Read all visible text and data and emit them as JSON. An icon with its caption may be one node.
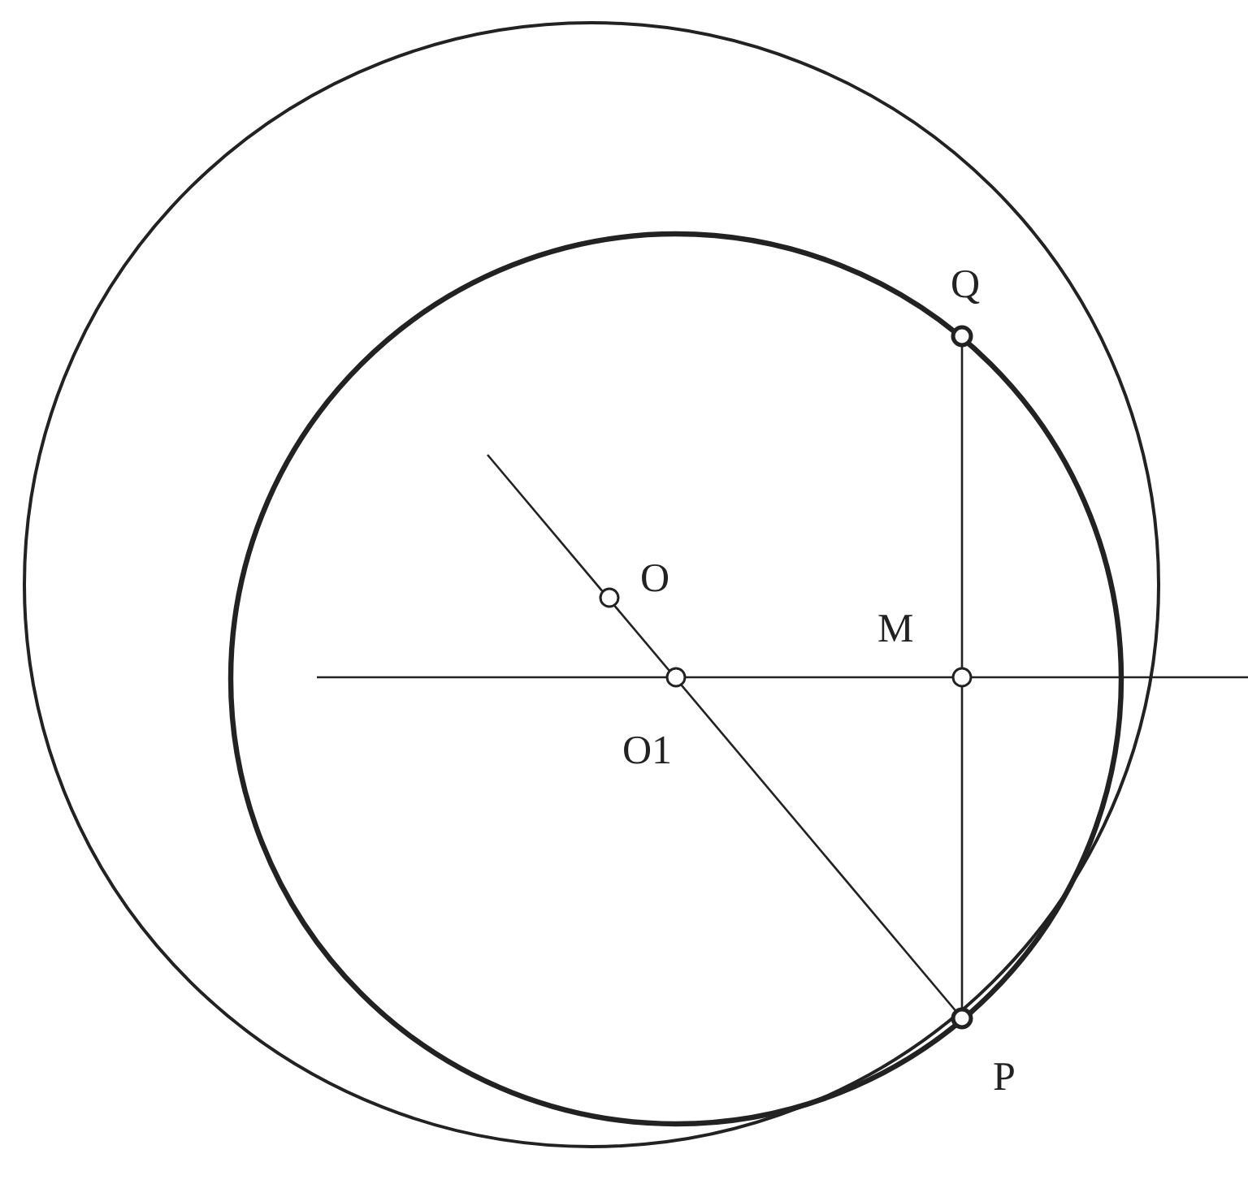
{
  "diagram": {
    "labels": [
      "Q",
      "O",
      "M",
      "O1",
      "P"
    ]
  }
}
